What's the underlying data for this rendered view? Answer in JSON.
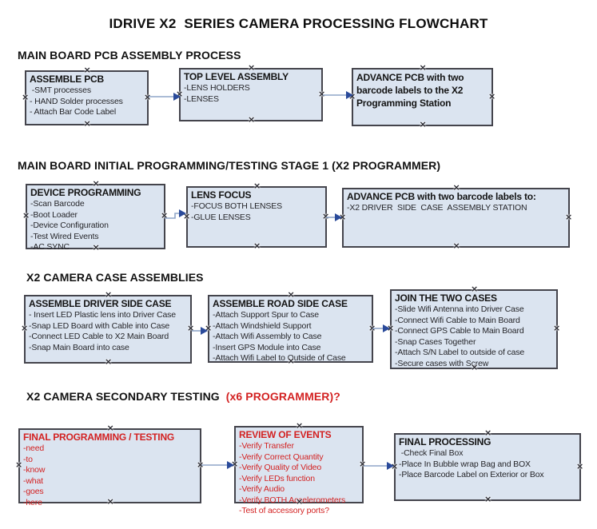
{
  "title": "IDRIVE X2  SERIES CAMERA PROCESSING FLOWCHART",
  "colors": {
    "box_fill": "#dbe4f0",
    "box_border": "#44444c",
    "red_text": "#d32222",
    "arrow_line": "#8fa5c8",
    "arrow_head": "#2a4a9a"
  },
  "sections": [
    {
      "heading": "MAIN BOARD PCB ASSEMBLY PROCESS",
      "boxes": [
        {
          "title": "ASSEMBLE PCB",
          "items": [
            " -SMT processes",
            "- HAND Solder processes",
            "- Attach Bar Code Label"
          ]
        },
        {
          "title": "TOP LEVEL ASSEMBLY",
          "items": [
            "-LENS HOLDERS",
            "-LENSES"
          ]
        },
        {
          "title": "ADVANCE PCB with two barcode labels to the X2 Programming Station",
          "items": []
        }
      ]
    },
    {
      "heading": "MAIN BOARD INITIAL PROGRAMMING/TESTING STAGE 1 (X2 PROGRAMMER)",
      "boxes": [
        {
          "title": "DEVICE PROGRAMMING",
          "items": [
            "-Scan Barcode",
            "-Boot Loader",
            "-Device Configuration",
            "-Test Wired Events",
            "-AC SYNC"
          ]
        },
        {
          "title": "LENS FOCUS",
          "items": [
            "-FOCUS BOTH LENSES",
            "-GLUE LENSES"
          ]
        },
        {
          "title": "ADVANCE PCB with two barcode labels to:",
          "items": [
            "-X2 DRIVER  SIDE  CASE  ASSEMBLY STATION"
          ]
        }
      ]
    },
    {
      "heading": "X2 CAMERA CASE ASSEMBLIES",
      "boxes": [
        {
          "title": "ASSEMBLE DRIVER SIDE CASE",
          "items": [
            "- Insert LED Plastic lens into Driver Case",
            "-Snap LED Board with Cable into Case",
            "-Connect LED Cable to X2 Main Board",
            "-Snap Main Board into case"
          ]
        },
        {
          "title": "ASSEMBLE ROAD SIDE CASE",
          "items": [
            "-Attach Support Spur to Case",
            "-Attach Windshield Support",
            "-Attach Wifi Assembly to Case",
            "-Insert GPS Module into Case",
            "-Attach Wifi Label to Outside of Case"
          ]
        },
        {
          "title": "JOIN THE TWO CASES",
          "items": [
            "-Slide Wifi Antenna into Driver Case",
            "-Connect Wifi Cable to Main Board",
            "-Connect GPS Cable to Main Board",
            "-Snap Cases Together",
            "-Attach S/N Label to outside of case",
            "-Secure cases with Screw"
          ]
        }
      ]
    },
    {
      "heading": "X2 CAMERA SECONDARY TESTING ",
      "heading_suffix": " (x6 PROGRAMMER)?",
      "boxes": [
        {
          "title": "FINAL PROGRAMMING / TESTING",
          "items": [
            "-need",
            "-to",
            "-know",
            "-what",
            "-goes",
            "-here"
          ]
        },
        {
          "title": "REVIEW OF EVENTS",
          "items": [
            "-Verify Transfer",
            "-Verify Correct Quantity",
            "-Verify Quality of Video",
            "-Verify LEDs function",
            "-Verify Audio",
            "-Verify BOTH Accelerometers",
            "-Test of accessory ports?"
          ]
        },
        {
          "title": "FINAL PROCESSING",
          "items": [
            " -Check Final Box",
            "-Place In Bubble wrap Bag and BOX",
            "-Place Barcode Label on Exterior or Box"
          ]
        }
      ]
    }
  ]
}
